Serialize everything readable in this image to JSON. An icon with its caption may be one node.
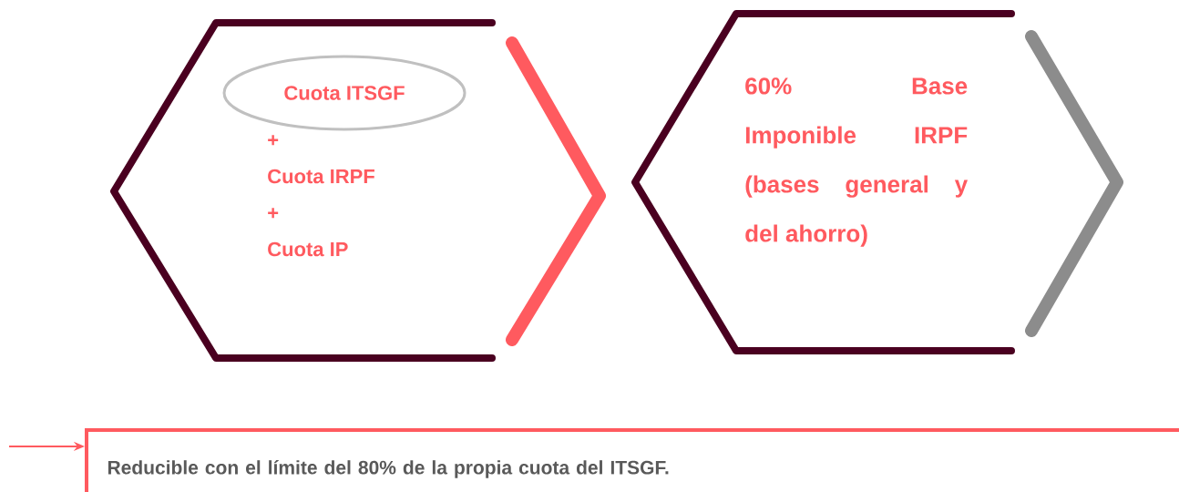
{
  "diagram": {
    "nodes": [
      {
        "text": [
          "+",
          "Cuota IRPF",
          "+",
          "Cuota IP"
        ]
      },
      {
        "text": [
          "Cuota ITSGF"
        ],
        "in": 0
      },
      {
        "text": [
          "60% Base Imponible IRPF (bases general y del ahorro)"
        ]
      },
      {
        "text": [
          "Reducible con el límite del 80% de la propia cuota del ITSGF."
        ]
      }
    ],
    "edges": [
      {
        "from": null,
        "to": 3,
        "arrow": "to"
      }
    ]
  }
}
